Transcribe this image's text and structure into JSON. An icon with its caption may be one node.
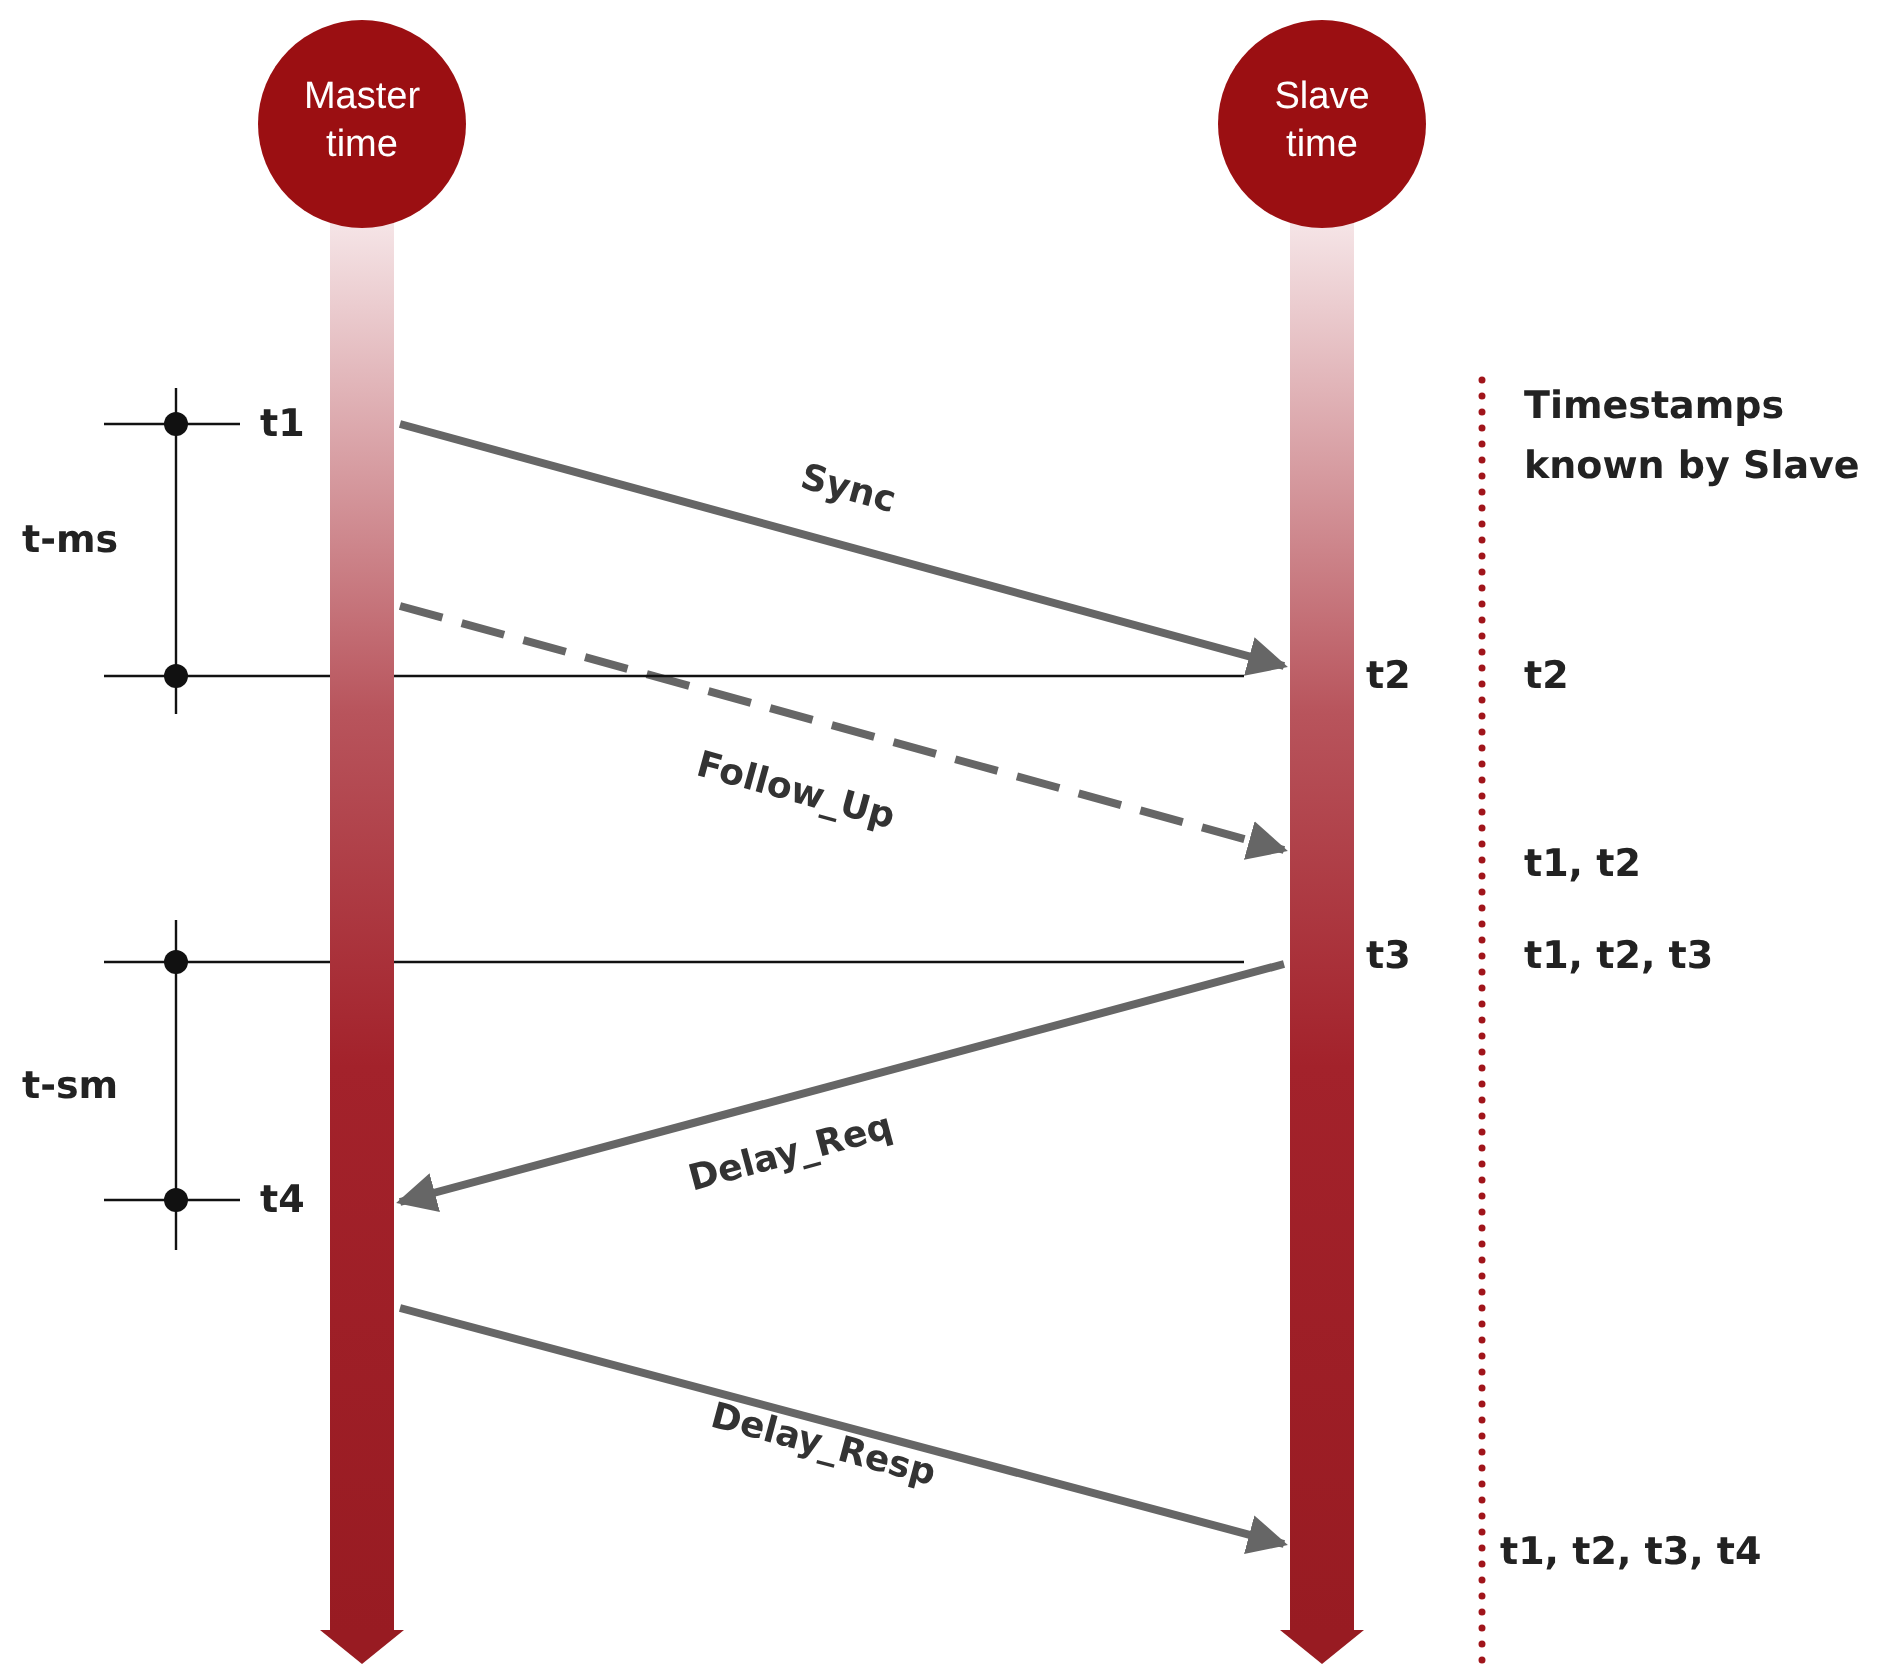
{
  "diagram": {
    "nodes": [
      {
        "text": [
          "Master time"
        ]
      },
      {
        "text": [
          "Slave time"
        ]
      }
    ],
    "edges": [
      {
        "from": 0,
        "to": 1,
        "arrow": "to",
        "label": "Sync"
      },
      {
        "from": 0,
        "to": 1,
        "arrow": "to",
        "label": "Follow_Up",
        "style": "dashed"
      },
      {
        "from": 1,
        "to": 0,
        "arrow": "to",
        "label": "Delay_Req"
      },
      {
        "from": 0,
        "to": 1,
        "arrow": "to",
        "label": "Delay_Resp"
      }
    ],
    "labels": [
      "Timestamps known by Slave",
      "t1",
      "t-ms",
      "t2",
      "t2",
      "t1, t2",
      "t3",
      "t1, t2, t3",
      "t-sm",
      "t4",
      "t1, t2, t3, t4"
    ]
  }
}
